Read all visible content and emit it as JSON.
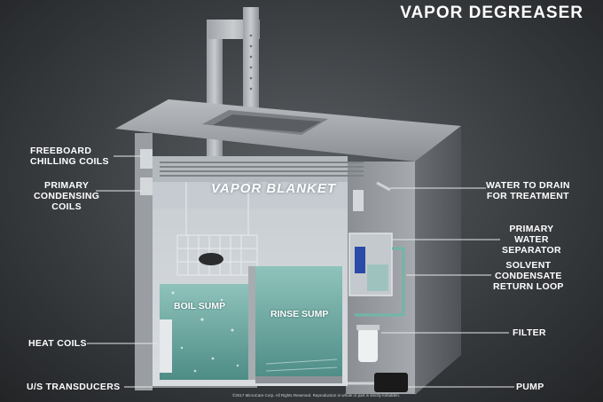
{
  "title": "VAPOR DEGREASER",
  "labels": {
    "freeboard": [
      "FREEBOARD",
      "CHILLING COILS"
    ],
    "primary_condensing": [
      "PRIMARY",
      "CONDENSING",
      "COILS"
    ],
    "heat_coils": [
      "HEAT COILS"
    ],
    "us_transducers": [
      "U/S TRANSDUCERS"
    ],
    "water_to_drain": [
      "WATER TO DRAIN",
      "FOR TREATMENT"
    ],
    "water_separator": [
      "PRIMARY",
      "WATER",
      "SEPARATOR"
    ],
    "solvent_loop": [
      "SOLVENT",
      "CONDENSATE",
      "RETURN LOOP"
    ],
    "filter": [
      "FILTER"
    ],
    "pump": [
      "PUMP"
    ]
  },
  "inner": {
    "vapor_blanket": "VAPOR BLANKET",
    "boil_sump": "BOIL SUMP",
    "rinse_sump": "RINSE SUMP"
  },
  "copyright": "©2017 MicroCare Corp. All Rights Reserved. Reproduction in whole or part is strictly forbidden.",
  "colors": {
    "steel": "#a9adb0",
    "fluid": "#5f9f98",
    "accent_green": "#6fb7a8",
    "separator_blue": "#2b49a8",
    "pump": "#1a1a1a"
  }
}
